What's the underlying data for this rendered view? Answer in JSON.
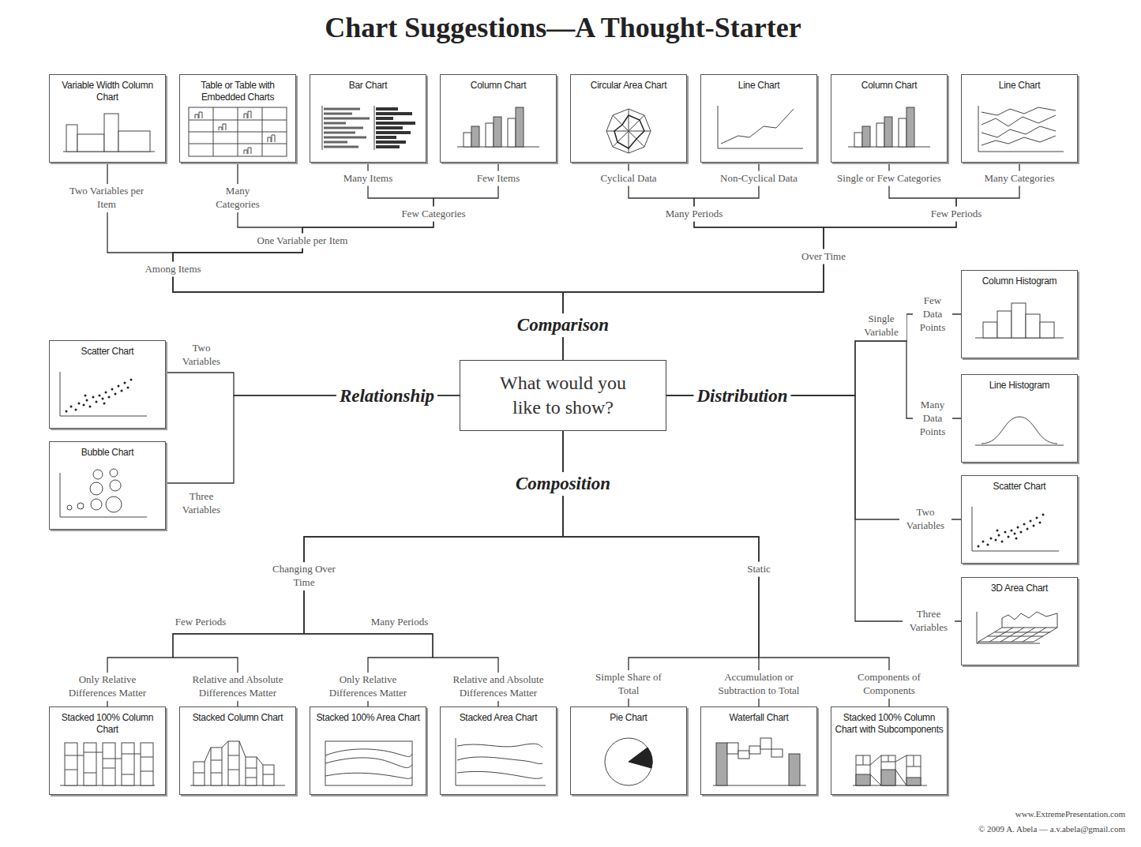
{
  "diagram": {
    "title": "Chart Suggestions—A Thought-Starter",
    "nodes": [
      {
        "text": [
          "Variable Width Column Chart"
        ]
      },
      {
        "text": [
          "Table or Table with Embedded Charts"
        ]
      },
      {
        "text": [
          "Bar Chart"
        ]
      },
      {
        "text": [
          "Column Chart"
        ]
      },
      {
        "text": [
          "Circular Area Chart"
        ]
      },
      {
        "text": [
          "Line Chart"
        ]
      },
      {
        "text": [
          "Column Chart"
        ]
      },
      {
        "text": [
          "Line Chart"
        ]
      },
      {
        "text": [
          "Scatter Chart"
        ]
      },
      {
        "text": [
          "Bubble Chart"
        ]
      },
      {
        "text": [
          "What would you like to show?"
        ]
      },
      {
        "text": [
          "Column Histogram"
        ]
      },
      {
        "text": [
          "Line Histogram"
        ]
      },
      {
        "text": [
          "Scatter Chart"
        ]
      },
      {
        "text": [
          "3D Area Chart"
        ]
      },
      {
        "text": [
          "Stacked 100% Column Chart"
        ]
      },
      {
        "text": [
          "Stacked Column Chart"
        ]
      },
      {
        "text": [
          "Stacked 100% Area Chart"
        ]
      },
      {
        "text": [
          "Stacked Area Chart"
        ]
      },
      {
        "text": [
          "Pie Chart"
        ]
      },
      {
        "text": [
          "Waterfall Chart"
        ]
      },
      {
        "text": [
          "Stacked 100% Column Chart with Subcomponents"
        ]
      }
    ],
    "edges": [
      {
        "from": 10,
        "to": 0,
        "arrow": "none"
      },
      {
        "from": 10,
        "to": 1,
        "arrow": "none"
      },
      {
        "from": 10,
        "to": 2,
        "arrow": "none"
      },
      {
        "from": 10,
        "to": 3,
        "arrow": "none"
      },
      {
        "from": 10,
        "to": 4,
        "arrow": "none"
      },
      {
        "from": 10,
        "to": 5,
        "arrow": "none"
      },
      {
        "from": 10,
        "to": 6,
        "arrow": "none"
      },
      {
        "from": 10,
        "to": 7,
        "arrow": "none"
      },
      {
        "from": 10,
        "to": 8,
        "arrow": "none"
      },
      {
        "from": 10,
        "to": 9,
        "arrow": "none"
      },
      {
        "from": 10,
        "to": 11,
        "arrow": "none"
      },
      {
        "from": 10,
        "to": 12,
        "arrow": "none"
      },
      {
        "from": 10,
        "to": 13,
        "arrow": "none"
      },
      {
        "from": 10,
        "to": 14,
        "arrow": "none"
      },
      {
        "from": 10,
        "to": 15,
        "arrow": "none"
      },
      {
        "from": 10,
        "to": 16,
        "arrow": "none"
      },
      {
        "from": 10,
        "to": 17,
        "arrow": "none"
      },
      {
        "from": 10,
        "to": 18,
        "arrow": "none"
      },
      {
        "from": 10,
        "to": 19,
        "arrow": "none"
      },
      {
        "from": 10,
        "to": 20,
        "arrow": "none"
      },
      {
        "from": 10,
        "to": 21,
        "arrow": "none"
      }
    ],
    "labels": [
      "Two Variables per Item",
      "Many Categories",
      "Many Items",
      "Few Items",
      "Few Categories",
      "One Variable per Item",
      "Among Items",
      "Cyclical Data",
      "Non-Cyclical Data",
      "Single or Few Categories",
      "Many Categories",
      "Many Periods",
      "Few Periods",
      "Over Time",
      "Comparison",
      "Relationship",
      "Distribution",
      "Composition",
      "Two Variables",
      "Three Variables",
      "Single Variable",
      "Few Data Points",
      "Many Data Points",
      "Two Variables",
      "Three Variables",
      "Changing Over Time",
      "Static",
      "Few Periods",
      "Many Periods",
      "Only Relative Differences Matter",
      "Relative and Absolute Differences Matter",
      "Only Relative Differences Matter",
      "Relative and Absolute Differences Matter",
      "Simple Share of Total",
      "Accumulation or Subtraction to Total",
      "Components of Components",
      "www.ExtremePresentation.com",
      "© 2009 A. Abela — a.v.abela@gmail.com"
    ]
  }
}
